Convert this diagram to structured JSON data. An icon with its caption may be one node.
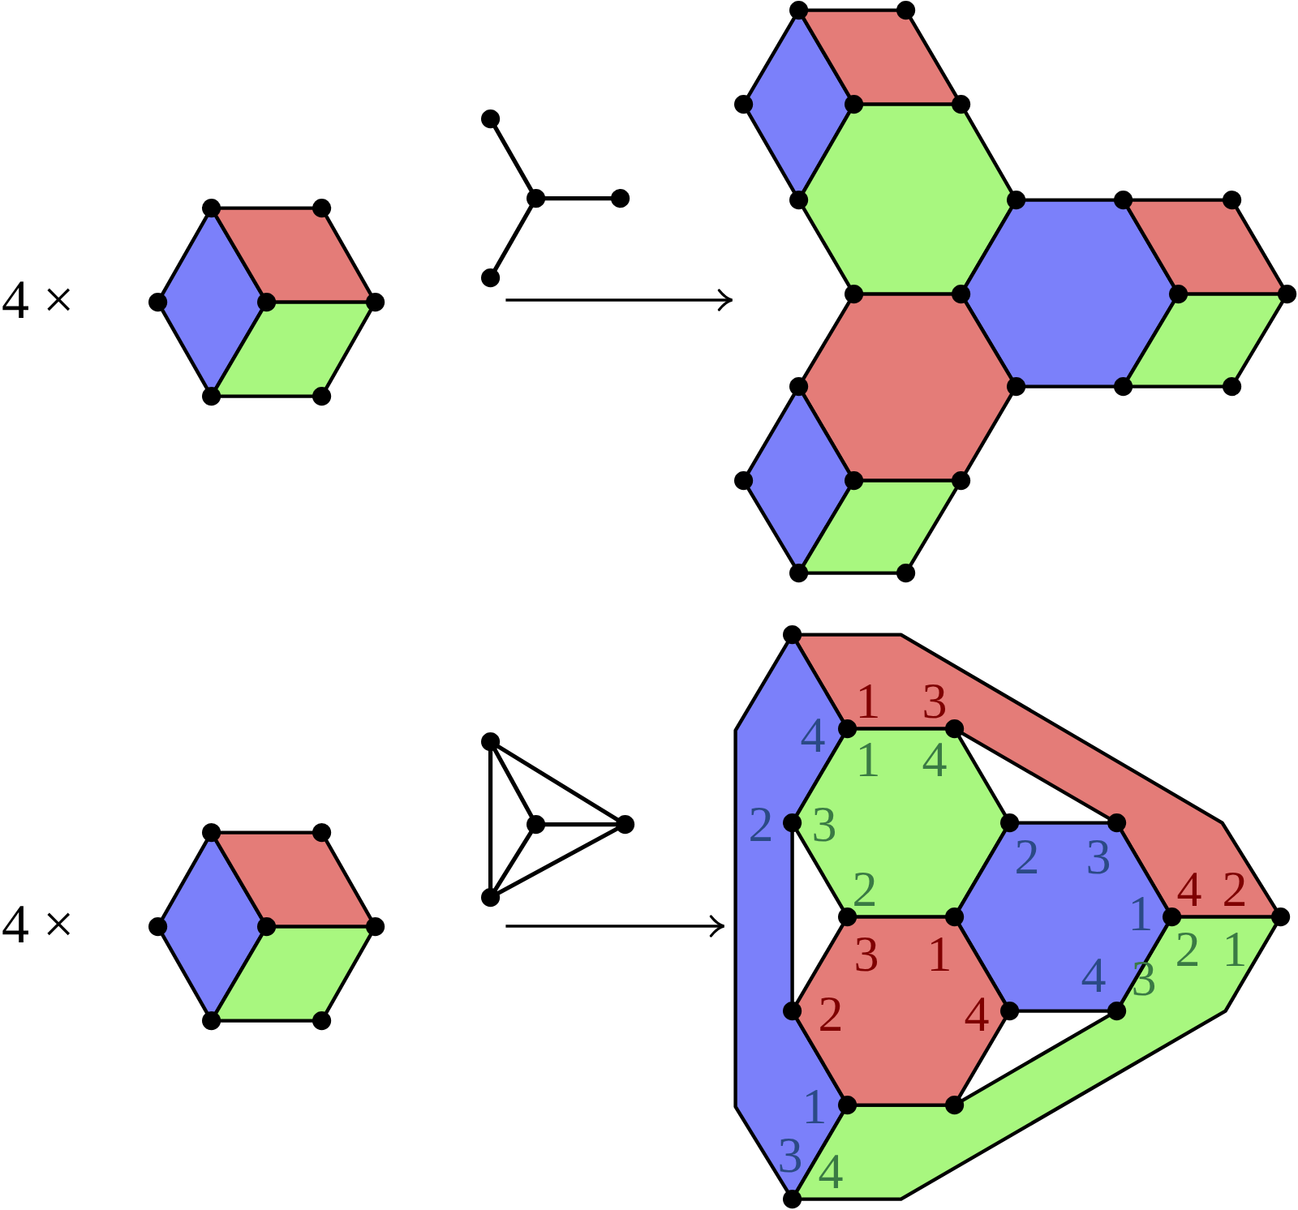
{
  "diagram": {
    "nodes": [
      {
        "text": [],
        "shape": "picture",
        "beside": [
          "4 ×"
        ]
      },
      {
        "text": [],
        "shape": "picture"
      },
      {
        "text": [],
        "shape": "picture"
      },
      {
        "text": [],
        "shape": "picture",
        "beside": [
          "4 ×"
        ]
      },
      {
        "text": [],
        "shape": "picture"
      },
      {
        "text": [],
        "shape": "picture"
      }
    ],
    "edges": [
      {
        "from": 1,
        "to": 2,
        "arrow": "to"
      },
      {
        "from": 4,
        "to": 5,
        "arrow": "to"
      }
    ],
    "labels": [
      "1",
      "3",
      "4",
      "1",
      "4",
      "2",
      "3",
      "2",
      "3",
      "2",
      "4",
      "2",
      "1",
      "3",
      "1",
      "2",
      "1",
      "4",
      "3",
      "2",
      "4",
      "1",
      "3",
      "4"
    ]
  }
}
